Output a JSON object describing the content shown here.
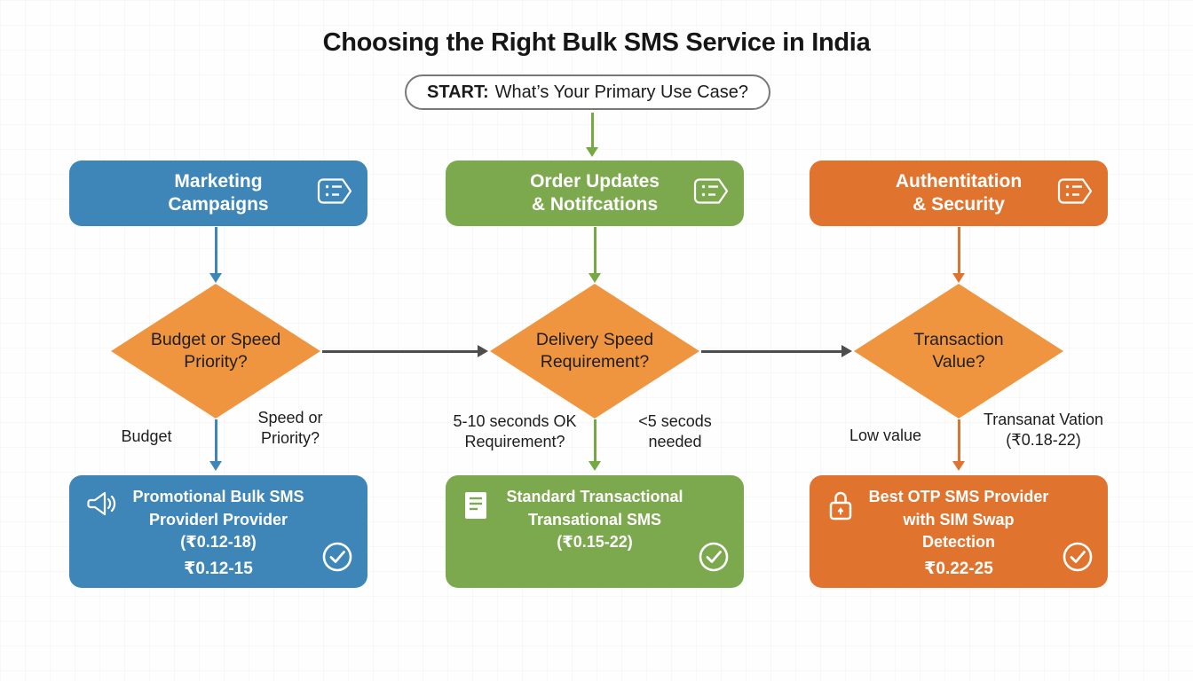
{
  "title": "Choosing the Right Bulk SMS Service in India",
  "start": {
    "label_bold": "START:",
    "label_text": "What’s Your Primary Use Case?"
  },
  "colors": {
    "blue": "#3E86B8",
    "green": "#7CA84E",
    "orange": "#E0742F",
    "diamond_orange": "#F0953F",
    "connector_gray": "#4D4D4D"
  },
  "columns": [
    {
      "use_case": "Marketing\nCampaigns",
      "use_case_icon": "list-tag-icon",
      "question": "Budget or Speed\nPriority?",
      "branch_left": "Budget",
      "branch_right": "Speed or\nPriority?",
      "result": {
        "icon": "megaphone-icon",
        "lines": "Promotional Bulk SMS\nProviderl Provider\n(₹0.12-18)",
        "price": "₹0.12-15"
      }
    },
    {
      "use_case": "Order Updates\n& Notifcations",
      "use_case_icon": "list-tag-icon",
      "question": "Delivery Speed\nRequirement?",
      "branch_left": "5-10 seconds OK\nRequirement?",
      "branch_right": "<5 secods\nneeded",
      "result": {
        "icon": "receipt-icon",
        "lines": "Standard Transactional\nTransational SMS\n(₹0.15-22)",
        "price": ""
      }
    },
    {
      "use_case": "Authentitation\n& Security",
      "use_case_icon": "list-tag-icon",
      "question": "Transaction\nValue?",
      "branch_left": "Low value",
      "branch_right": "Transanat Vation\n(₹0.18-22)",
      "result": {
        "icon": "lock-icon",
        "lines": "Best OTP SMS Provider\nwith SIM Swap\nDetection",
        "price": "₹0.22-25"
      }
    }
  ]
}
